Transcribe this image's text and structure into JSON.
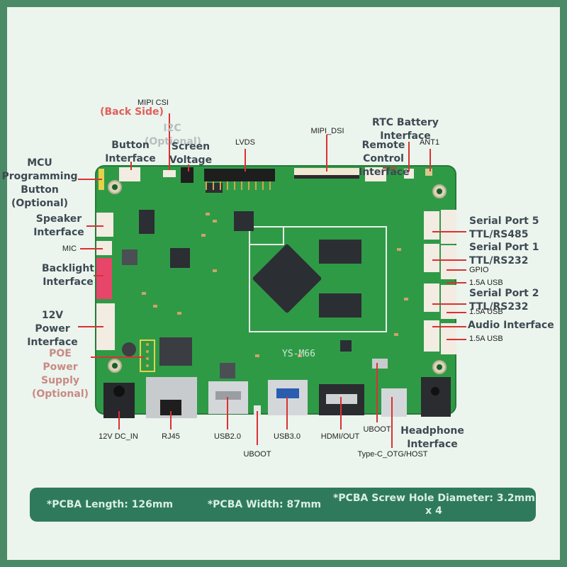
{
  "board": {
    "model": "YS-M66",
    "colors": {
      "pcb": "#2f9a46",
      "background": "#ecf4ee",
      "border": "#4a8a66",
      "callout_line": "#d93232",
      "spec_bar": "#2f7a5d"
    }
  },
  "labels": {
    "mipi_csi": "MIPI  CSI",
    "back_side": "(Back Side)",
    "i2c": "I2C",
    "optional_i2c": "(Optional)",
    "button_interface_1": "Button",
    "button_interface_2": "Interface",
    "screen_voltage_1": "Screen",
    "screen_voltage_2": "Voltage",
    "lvds": "LVDS",
    "mipi_dsi": "MIPI_DSI",
    "rtc_1": "RTC Battery",
    "rtc_2": "Interface",
    "remote_1": "Remote",
    "remote_2": "Control",
    "remote_3": "Interface",
    "ant1": "ANT1",
    "mcu_1": "MCU",
    "mcu_2": "Programming",
    "mcu_3": "Button",
    "mcu_4": "(Optional)",
    "speaker_1": "Speaker",
    "speaker_2": "Interface",
    "mic": "MIC",
    "backlight_1": "Backlight",
    "backlight_2": "Interface",
    "power12_1": "12V",
    "power12_2": "Power",
    "power12_3": "Interface",
    "poe_1": "POE",
    "poe_2": "Power",
    "poe_3": "Supply",
    "poe_4": "(Optional)",
    "serial5_1": "Serial Port 5",
    "serial5_2": "TTL/RS485",
    "serial1_1": "Serial Port 1",
    "serial1_2": "TTL/RS232",
    "gpio": "GPIO",
    "usb15_a": "1.5A USB",
    "serial2_1": "Serial Port 2",
    "serial2_2": "TTL/RS232",
    "usb15_b": "1.5A USB",
    "audio": "Audio Interface",
    "usb15_c": "1.5A USB",
    "dc_in": "12V DC_IN",
    "rj45": "RJ45",
    "usb20": "USB2.0",
    "usb30": "USB3.0",
    "hdmi": "HDMI/OUT",
    "uboot_top": "UBOOT",
    "uboot_bottom": "UBOOT",
    "typec": "Type-C_OTG/HOST",
    "headphone_1": "Headphone",
    "headphone_2": "Interface"
  },
  "specs": {
    "length": "*PCBA Length: 126mm",
    "width": "*PCBA Width: 87mm",
    "screw_1": "*PCBA Screw Hole Diameter: 3.2mm",
    "screw_2": "x 4"
  }
}
